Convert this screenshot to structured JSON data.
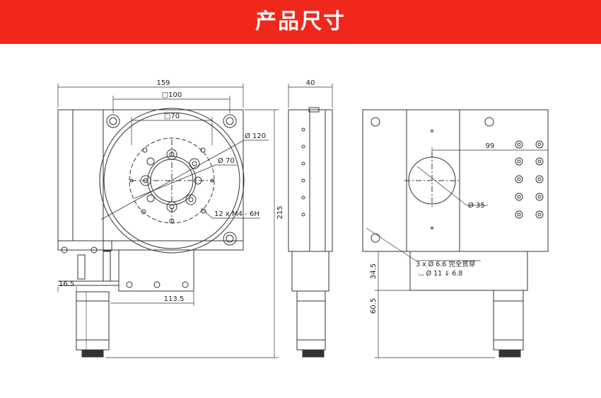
{
  "banner": {
    "title": "产品尺寸",
    "color": "#f0271b"
  },
  "front_view": {
    "width": "159",
    "square_outer": "□100",
    "square_inner": "□70",
    "dia_outer": "Ø 120",
    "dia_pcd": "Ø 70",
    "holes_note": "12 x  M4 - 6H",
    "height": "215",
    "offset_left": "16.5",
    "base_length": "113.5"
  },
  "side_view": {
    "thickness": "40"
  },
  "top_view": {
    "hole_offset": "99",
    "bore_dia": "Ø 35",
    "through_note": "3 x  Ø  6.6 完全贯穿",
    "cbore_note": "⌴ Ø  11  ⇓ 6.8",
    "dim_upper": "34.5",
    "dim_lower": "60.5"
  }
}
